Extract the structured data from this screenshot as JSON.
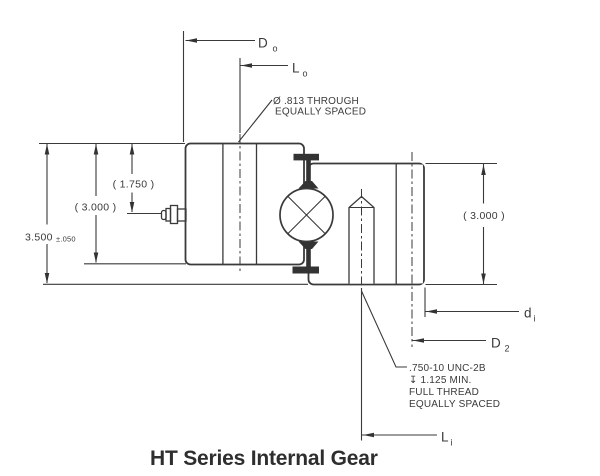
{
  "title": "HT Series Internal Gear",
  "labels": {
    "outer_diameter": {
      "main": "D",
      "sub": "o"
    },
    "outer_bolt_circle": {
      "main": "L",
      "sub": "o"
    },
    "inner_diameter": {
      "main": "d",
      "sub": "i"
    },
    "gear_pitch_diameter": {
      "main": "D",
      "sub": "2"
    },
    "inner_bolt_circle": {
      "main": "L",
      "sub": "i"
    }
  },
  "dimensions": {
    "overall_height_value": "3.500",
    "overall_height_tolerance": "±.050",
    "outer_ring_height": "( 3.000 )",
    "grease_fitting_height": "( 1.750 )",
    "inner_ring_height": "( 3.000 )"
  },
  "notes": {
    "through_hole": {
      "line1": "Ø .813 THROUGH",
      "line2": "EQUALLY SPACED"
    },
    "tapped_hole": {
      "line1": ".750-10 UNC-2B",
      "line2": "↧ 1.125 MIN.",
      "line3": "FULL THREAD",
      "line4": "EQUALLY SPACED"
    }
  },
  "colors": {
    "background": "#ffffff",
    "line": "#3a3a3a",
    "title_text": "#2e2e2e"
  }
}
